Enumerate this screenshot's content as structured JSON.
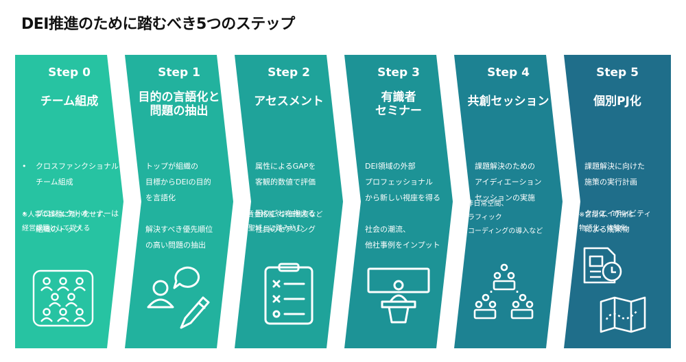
{
  "title": "DEI推進のために踏むべき5つのステップ",
  "colors": {
    "step0": "#27c3a2",
    "step1": "#22b29e",
    "step2": "#1fa39a",
    "step3": "#1d9396",
    "step4": "#1d8292",
    "step5": "#1f6e8a"
  },
  "steps": [
    {
      "label": "Step 0",
      "title": "チーム組成",
      "bullets": [
        "クロスファンクショナル\nチーム組成",
        "プロジェクトオーナーは\n組織のトップ"
      ],
      "note": "※人事の課題に矮小化せず、\n経営課題として捉える",
      "icon": "team-people-icon"
    },
    {
      "label": "Step 1",
      "title": "目的の言語化と\n問題の抽出",
      "bullets": [
        "トップが組織の\n目標からDEIの目的\nを言語化",
        "解決すべき優先順位\nの高い問題の抽出"
      ],
      "note": "",
      "icon": "person-speech-pencil-icon"
    },
    {
      "label": "Step 2",
      "title": "アセスメント",
      "bullets": [
        "属性によるGAPを\n客観的数値で評価",
        "困りごとを抱える\n社員のヒアリング"
      ],
      "note": "※賃金格差や評価制度など\n「聖域」に踏み込む",
      "icon": "clipboard-checklist-icon"
    },
    {
      "label": "Step 3",
      "title": "有識者\nセミナー",
      "bullets": [
        "DEI領域の外部\nプロフェッショナル\nから新しい視座を得る",
        "社会の潮流、\n他社事例をインプット"
      ],
      "note": "",
      "icon": "speaker-podium-icon"
    },
    {
      "label": "Step 4",
      "title": "共創セッション",
      "bullets": [
        "課題解決のための\nアイディエーション\nセッションの実施"
      ],
      "note": "※非日常空間、\nグラフィック\nレコーディングの導入など",
      "icon": "group-tables-icon"
    },
    {
      "label": "Step 5",
      "title": "個別PJ化",
      "bullets": [
        "課題解決に向けた\n施策の実行計画",
        "クリエイティビティ\nによる成果物"
      ],
      "note": "※言語化、可視化\n物語化、体験化",
      "icon": "document-map-icon"
    }
  ]
}
